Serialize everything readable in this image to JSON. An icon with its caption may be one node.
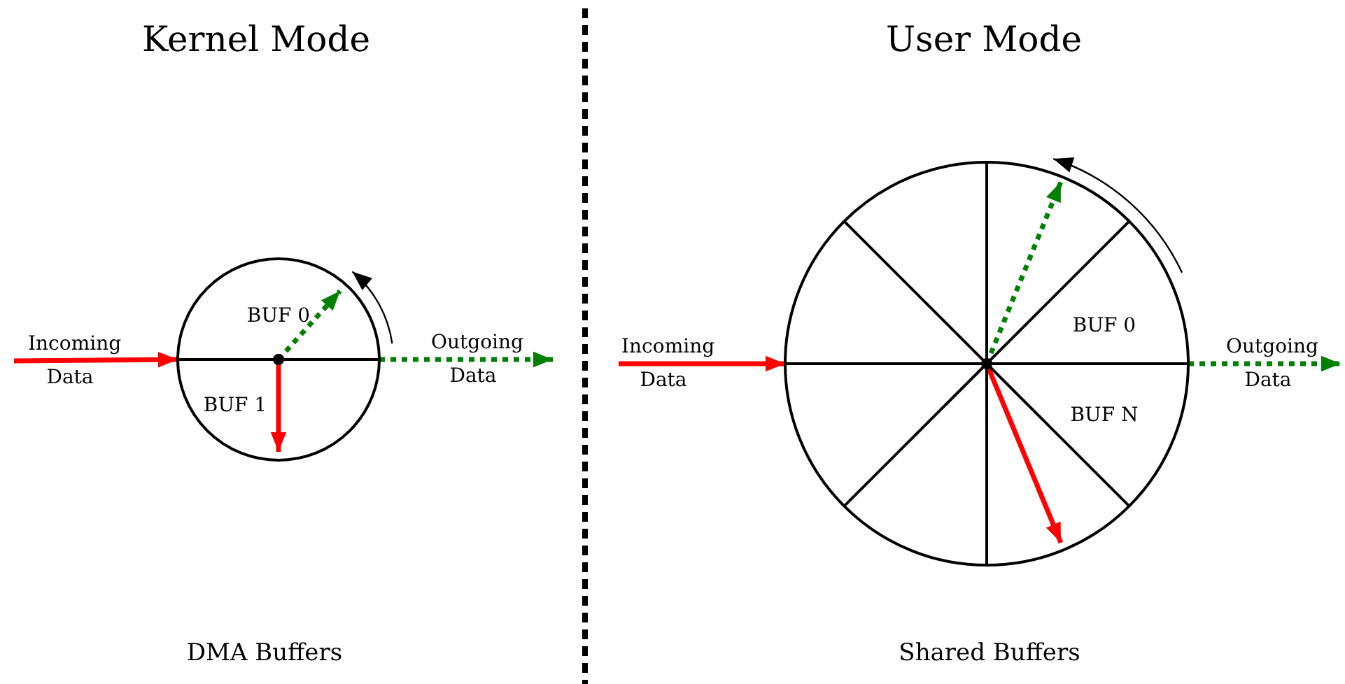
{
  "diagram": {
    "nodes": [
      {
        "text": [
          "BUF 0",
          "BUF 1"
        ]
      },
      {
        "text": [
          "BUF 0",
          "BUF N"
        ]
      }
    ],
    "edges": [
      {
        "from": null,
        "to": 0,
        "arrow": "to",
        "label": "Incoming Data",
        "color": "#ff0000"
      },
      {
        "from": 0,
        "to": null,
        "arrow": "to",
        "label": "Outgoing Data",
        "style": "dashed",
        "color": "#008000"
      },
      {
        "from": null,
        "to": 1,
        "arrow": "to",
        "label": "Incoming Data",
        "color": "#ff0000"
      },
      {
        "from": 1,
        "to": null,
        "arrow": "to",
        "label": "Outgoing Data",
        "style": "dashed",
        "color": "#008000"
      }
    ],
    "labels": [
      "Kernel Mode",
      "User Mode",
      "DMA Buffers",
      "Shared Buffers"
    ]
  }
}
